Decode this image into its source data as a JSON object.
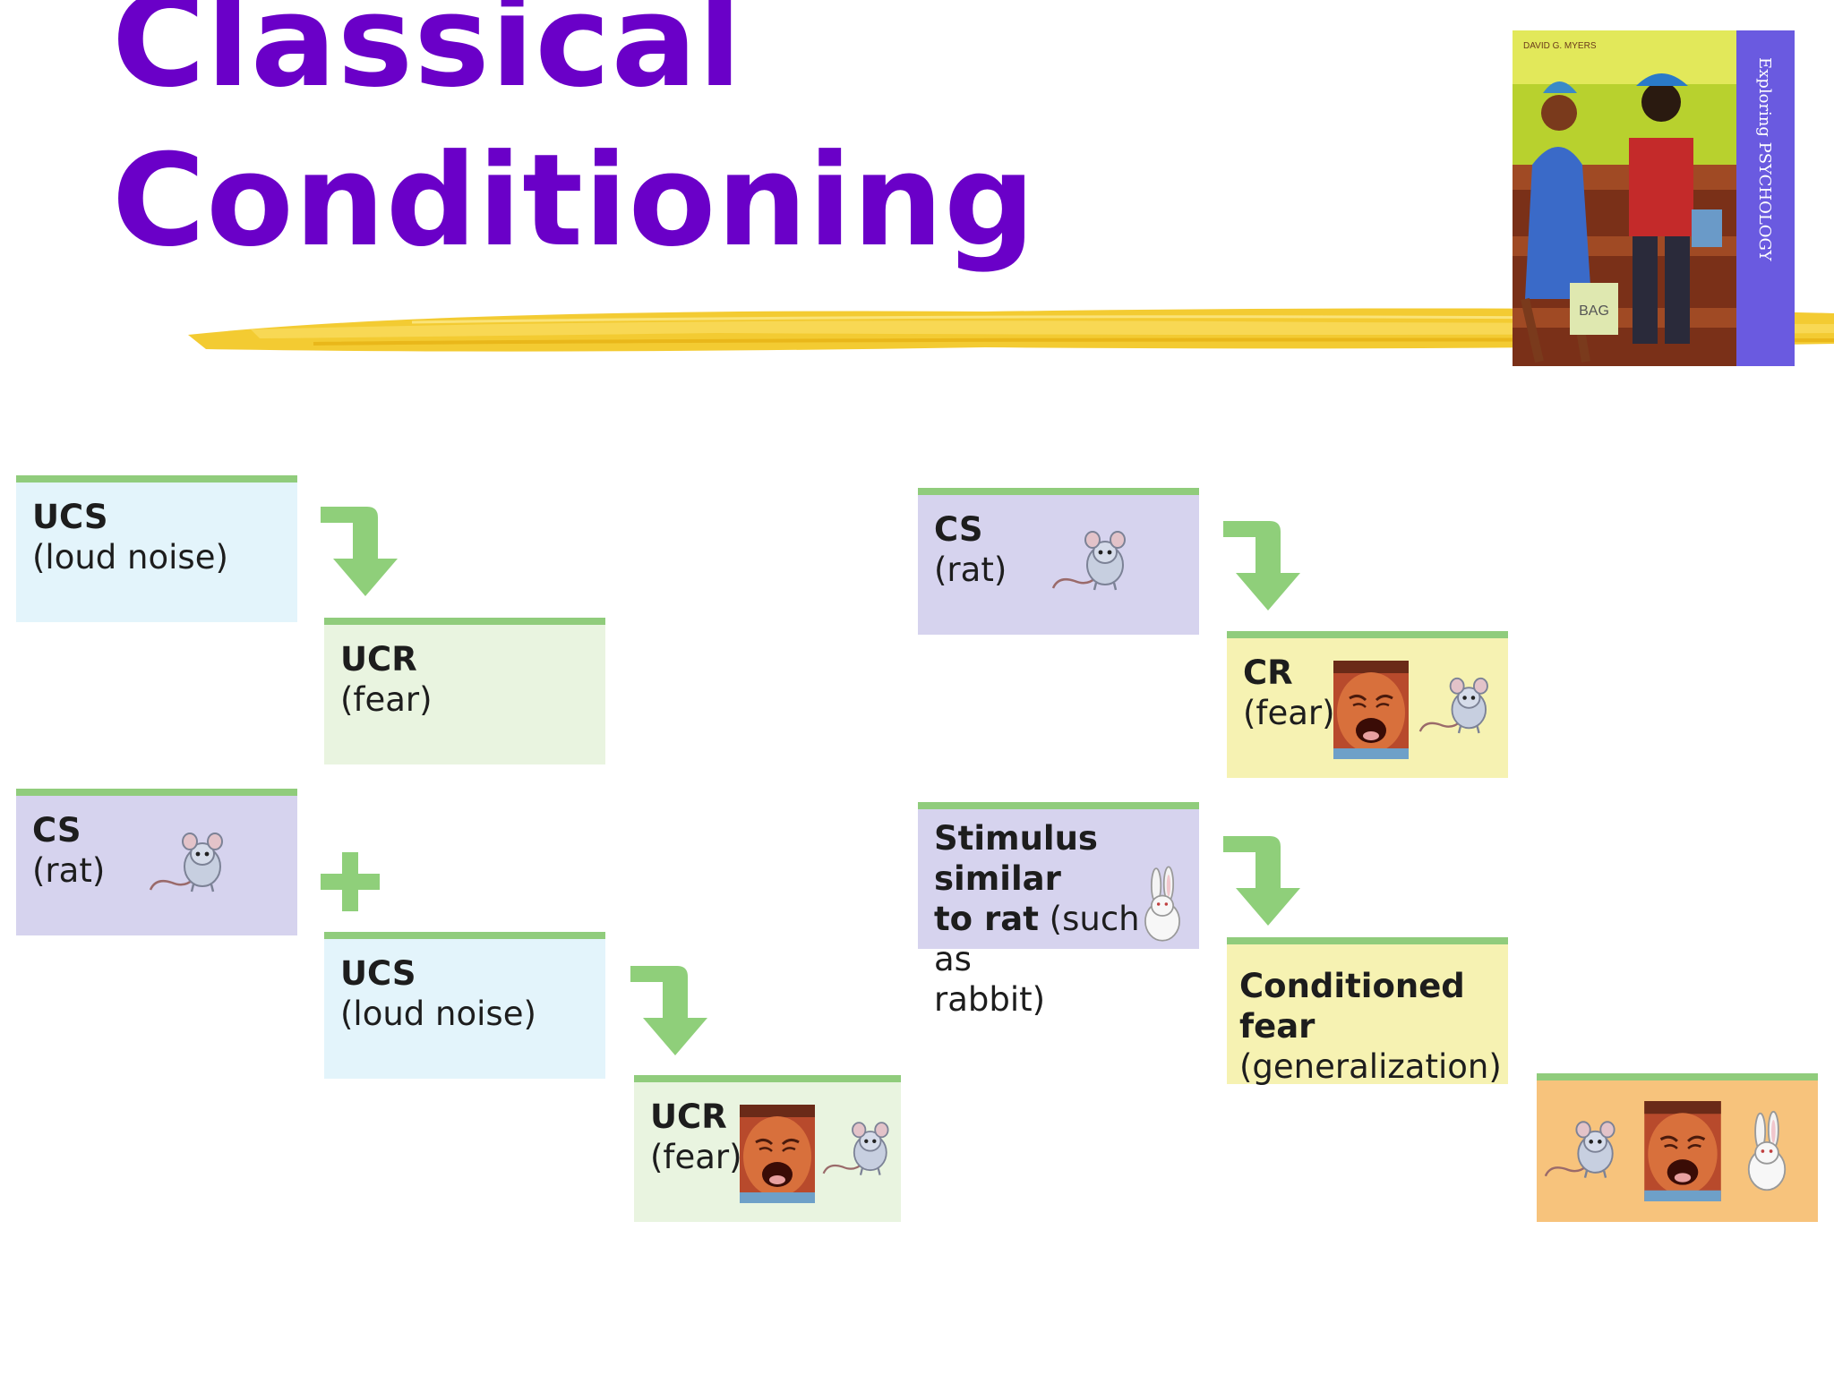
{
  "title": {
    "line1": "Classical",
    "line2": "Conditioning"
  },
  "cover": {
    "author": "DAVID G. MYERS",
    "spine": "Exploring PSYCHOLOGY",
    "bag": "BAG",
    "colors": {
      "spine": "#6a5ae0",
      "sky": "#b8d12e"
    }
  },
  "colors": {
    "title": "#6a00c8",
    "arrow": "#8fcf7a",
    "brush": "#f2c51c"
  },
  "before": {
    "ucs": {
      "label": "UCS",
      "desc": "(loud noise)"
    },
    "ucr": {
      "label": "UCR",
      "desc": "(fear)"
    }
  },
  "during": {
    "cs": {
      "label": "CS",
      "desc": "(rat)"
    },
    "ucs": {
      "label": "UCS",
      "desc": "(loud noise)"
    },
    "ucr": {
      "label": "UCR",
      "desc": "(fear)"
    }
  },
  "after": {
    "cs": {
      "label": "CS",
      "desc": "(rat)"
    },
    "cr": {
      "label": "CR",
      "desc": "(fear)"
    }
  },
  "generalization": {
    "stim": {
      "line1": "Stimulus similar",
      "line2_bold": "to rat",
      "line2_rest": " (such as",
      "line3": "rabbit)"
    },
    "result": {
      "line1": "Conditioned fear",
      "line2": "(generalization)"
    }
  },
  "icons": [
    "rat-icon",
    "crying-baby-icon",
    "rabbit-icon",
    "down-right-arrow-icon",
    "plus-icon"
  ]
}
